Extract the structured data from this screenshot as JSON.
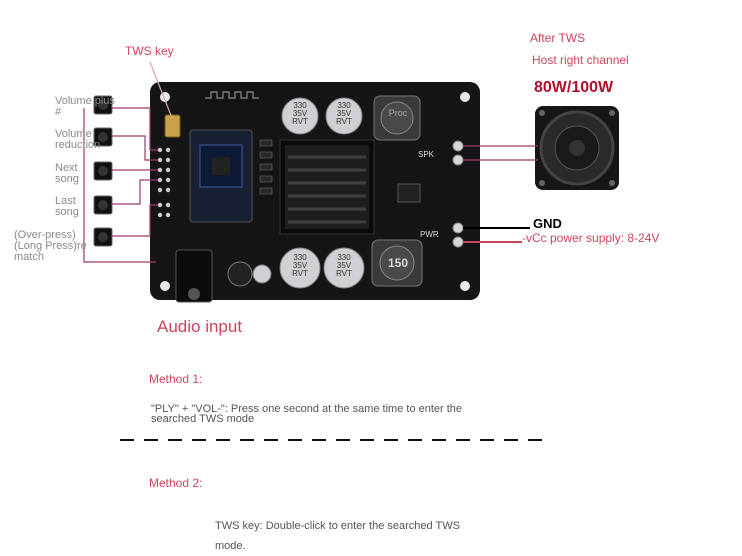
{
  "labels": {
    "tws_key": "TWS key",
    "after_tws": "After TWS",
    "host_right_channel": "Host right channel",
    "power_rating": "80W/100W",
    "gnd": "GND",
    "vcc": "-vCc power supply: 8-24V",
    "audio_input": "Audio input",
    "spk": "SPK",
    "pwr": "PWR",
    "inductor_top": "Proc",
    "inductor_bottom": "150"
  },
  "buttons": [
    {
      "line1": "Volume plus",
      "line2": "#"
    },
    {
      "line1": "Volume",
      "line2": "reduction"
    },
    {
      "line1": "Next",
      "line2": "song"
    },
    {
      "line1": "Last",
      "line2": "song"
    },
    {
      "line1": "(Over-press)",
      "line2": "(Long Press)re",
      "line3": "match"
    }
  ],
  "capacitors": {
    "top_left": [
      "330",
      "35V",
      "RVT"
    ],
    "top_right": [
      "330",
      "35V",
      "RVT"
    ],
    "bottom_left": [
      "330",
      "35V",
      "RVT"
    ],
    "bottom_right": [
      "330",
      "35V",
      "RVT"
    ]
  },
  "methods": {
    "method1_title": "Method 1:",
    "method1_text_line1": "\"PLY\" + \"VOL-\": Press one second at the same time to enter the",
    "method1_text_line2": "searched TWS mode",
    "method2_title": "Method 2:",
    "method2_text_line1": "TWS key: Double-click to enter the searched TWS",
    "method2_text_line2": "mode."
  },
  "colors": {
    "accent_red": "#d0445c",
    "label_gray": "#8a8a8a",
    "wire": "#9c3a6a",
    "board": "#151515"
  }
}
